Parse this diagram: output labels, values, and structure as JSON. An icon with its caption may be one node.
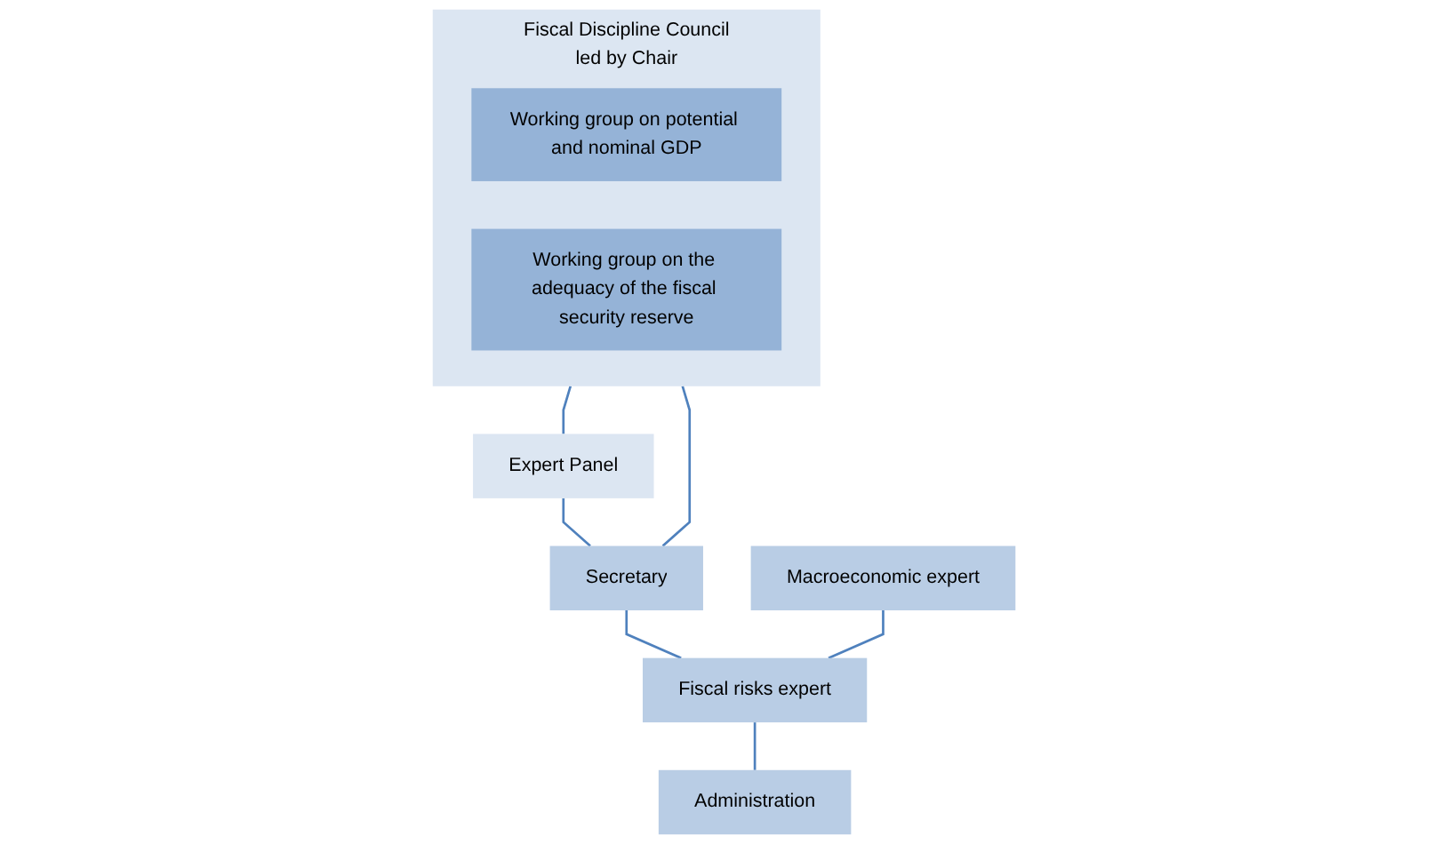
{
  "diagram": {
    "nodes": [
      {
        "text": [
          "Fiscal Discipline Council",
          "led by Chair"
        ]
      },
      {
        "text": [
          "Working group on potential and nominal GDP"
        ],
        "in": 0
      },
      {
        "text": [
          "Working group on the adequacy of the fiscal security reserve"
        ],
        "in": 0
      },
      {
        "text": [
          "Expert Panel"
        ]
      },
      {
        "text": [
          "Secretary"
        ]
      },
      {
        "text": [
          "Macroeconomic expert"
        ]
      },
      {
        "text": [
          "Fiscal risks expert"
        ]
      },
      {
        "text": [
          "Administration"
        ]
      }
    ],
    "edges": [
      {
        "from": 0,
        "to": 3,
        "arrow": "none"
      },
      {
        "from": 0,
        "to": 4,
        "arrow": "none"
      },
      {
        "from": 3,
        "to": 4,
        "arrow": "none"
      },
      {
        "from": 4,
        "to": 6,
        "arrow": "none"
      },
      {
        "from": 5,
        "to": 6,
        "arrow": "none"
      },
      {
        "from": 6,
        "to": 7,
        "arrow": "none"
      }
    ]
  }
}
